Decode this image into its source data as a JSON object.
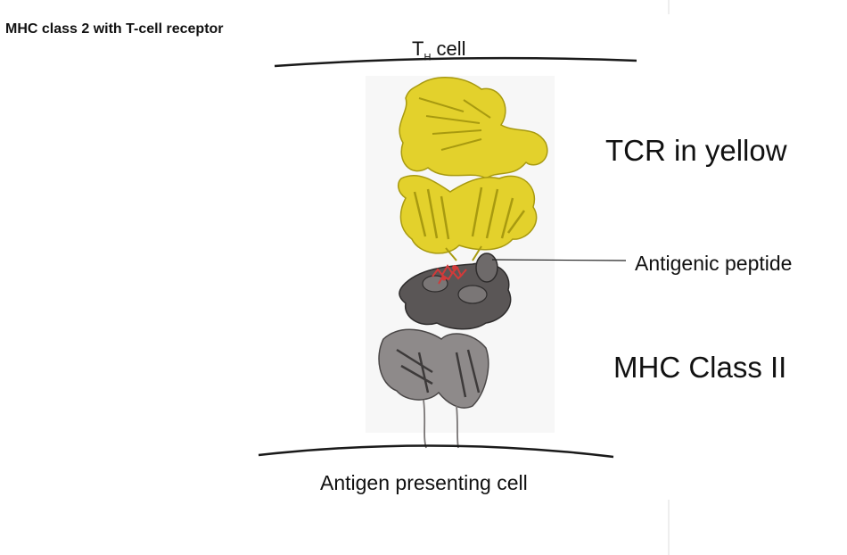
{
  "title": "MHC class 2 with T-cell receptor",
  "th_cell": {
    "main": "T",
    "sub": "H",
    "suffix": " cell"
  },
  "labels": {
    "tcr": "TCR in yellow",
    "peptide": "Antigenic peptide",
    "mhc": "MHC Class II",
    "apc": "Antigen presenting cell"
  },
  "colors": {
    "tcr": "#e3d12c",
    "tcr_dark": "#a89a10",
    "mhc": "#6e6a6a",
    "mhc_dark": "#3a3737",
    "peptide": "#d23a3a",
    "membrane": "#1a1a1a"
  }
}
